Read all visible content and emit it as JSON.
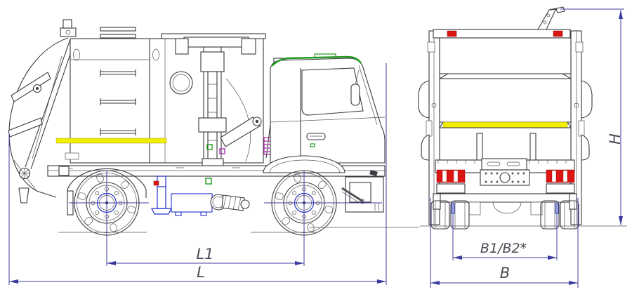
{
  "drawing": {
    "type": "technical-drawing",
    "subject": "garbage truck side and rear orthographic views",
    "dimensions": {
      "wheelbase": "L1",
      "overall_length": "L",
      "track": "B1/B2*",
      "overall_width": "B",
      "overall_height": "H"
    },
    "colors": {
      "drawing_line": "#3a3a40",
      "dimension_line": "#3c3ca0",
      "label_text": "#4a4a55",
      "body_stripe_yellow": "#f2ee00",
      "marker_red": "#dd1414",
      "visor_green": "#22991e",
      "hydraulic_magenta": "#aa33aa",
      "chassis_blue": "#2233cc",
      "background": "#ffffff"
    }
  }
}
